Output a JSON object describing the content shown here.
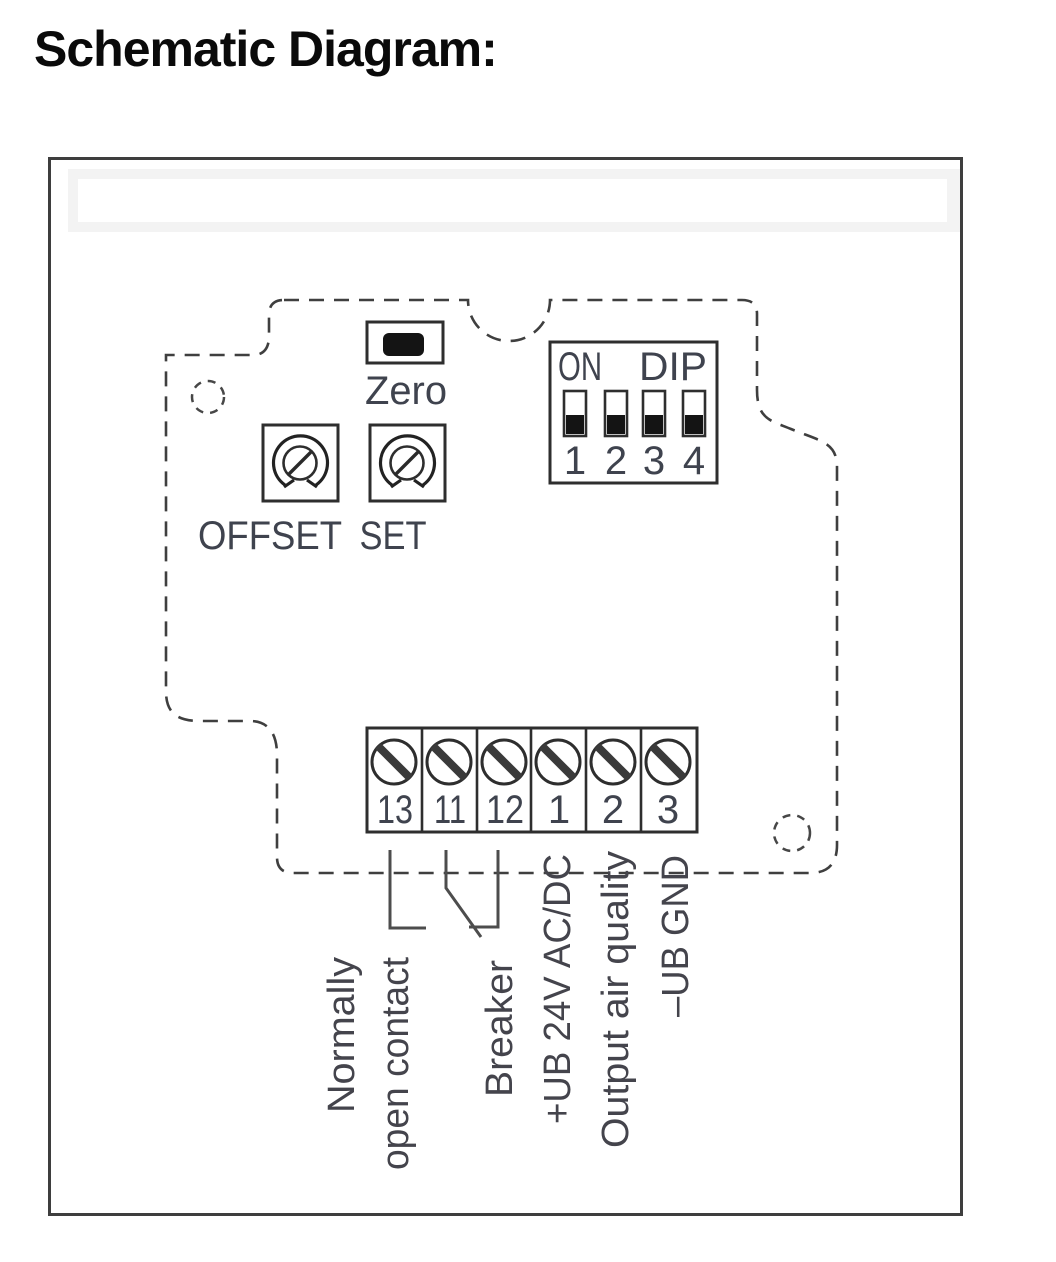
{
  "page": {
    "title": "Schematic Diagram:"
  },
  "schematic": {
    "zero": {
      "label": "Zero"
    },
    "pots": {
      "offset_label": "OFFSET",
      "set_label": "SET"
    },
    "dip": {
      "on_label": "ON",
      "dip_label": "DIP",
      "numbers": [
        "1",
        "2",
        "3",
        "4"
      ]
    },
    "terminal_block": {
      "numbers": [
        "13",
        "11",
        "12",
        "1",
        "2",
        "3"
      ]
    },
    "wire_labels": {
      "normally_line1": "Normally",
      "normally_line2": "open contact",
      "breaker": "Breaker",
      "supply": "+UB 24V AC/DC",
      "output": "Output air quality",
      "ground": "–UB GND"
    },
    "colors": {
      "line": "#3f3f3f",
      "text": "#3f434e",
      "switch_fill": "#141414",
      "strip_background": "#f3f3f3"
    }
  }
}
